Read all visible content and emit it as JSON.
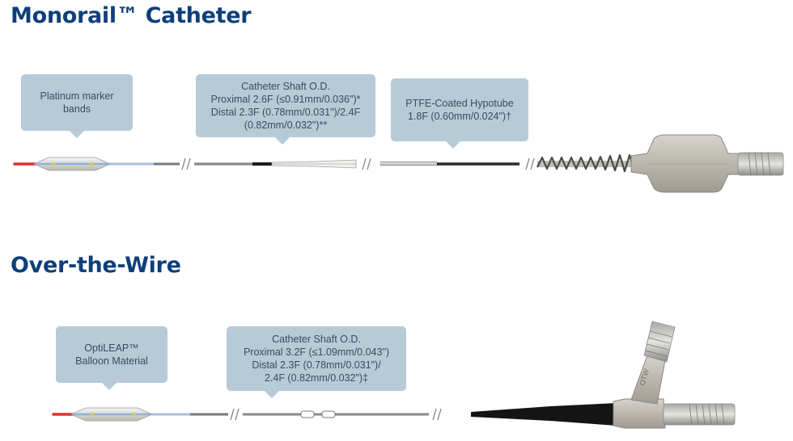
{
  "sections": {
    "monorail": {
      "title": "Monorail™ Catheter",
      "callouts": [
        "Platinum marker\nbands",
        "Catheter Shaft O.D.\nProximal 2.6F (≤0.91mm/0.036\")*\nDistal 2.3F (0.78mm/0.031\")/2.4F\n(0.82mm/0.032\")**",
        "PTFE-Coated Hypotube\n1.8F (0.60mm/0.024\")†"
      ]
    },
    "otw": {
      "title": "Over-the-Wire",
      "callouts": [
        "OptiLEAP™\nBalloon Material",
        "Catheter Shaft O.D.\nProximal 3.2F (≤1.09mm/0.043\")\nDistal 2.3F (0.78mm/0.031\")/\n2.4F (0.82mm/0.032\")‡"
      ],
      "hub_marking": "OTW"
    }
  },
  "colors": {
    "heading": "#0f3f7b",
    "callout": "#b7cad8",
    "tip_red": "#e0302a",
    "balloon_blue": "#8fb0dc",
    "hub_gray": "#bdb9b1"
  }
}
